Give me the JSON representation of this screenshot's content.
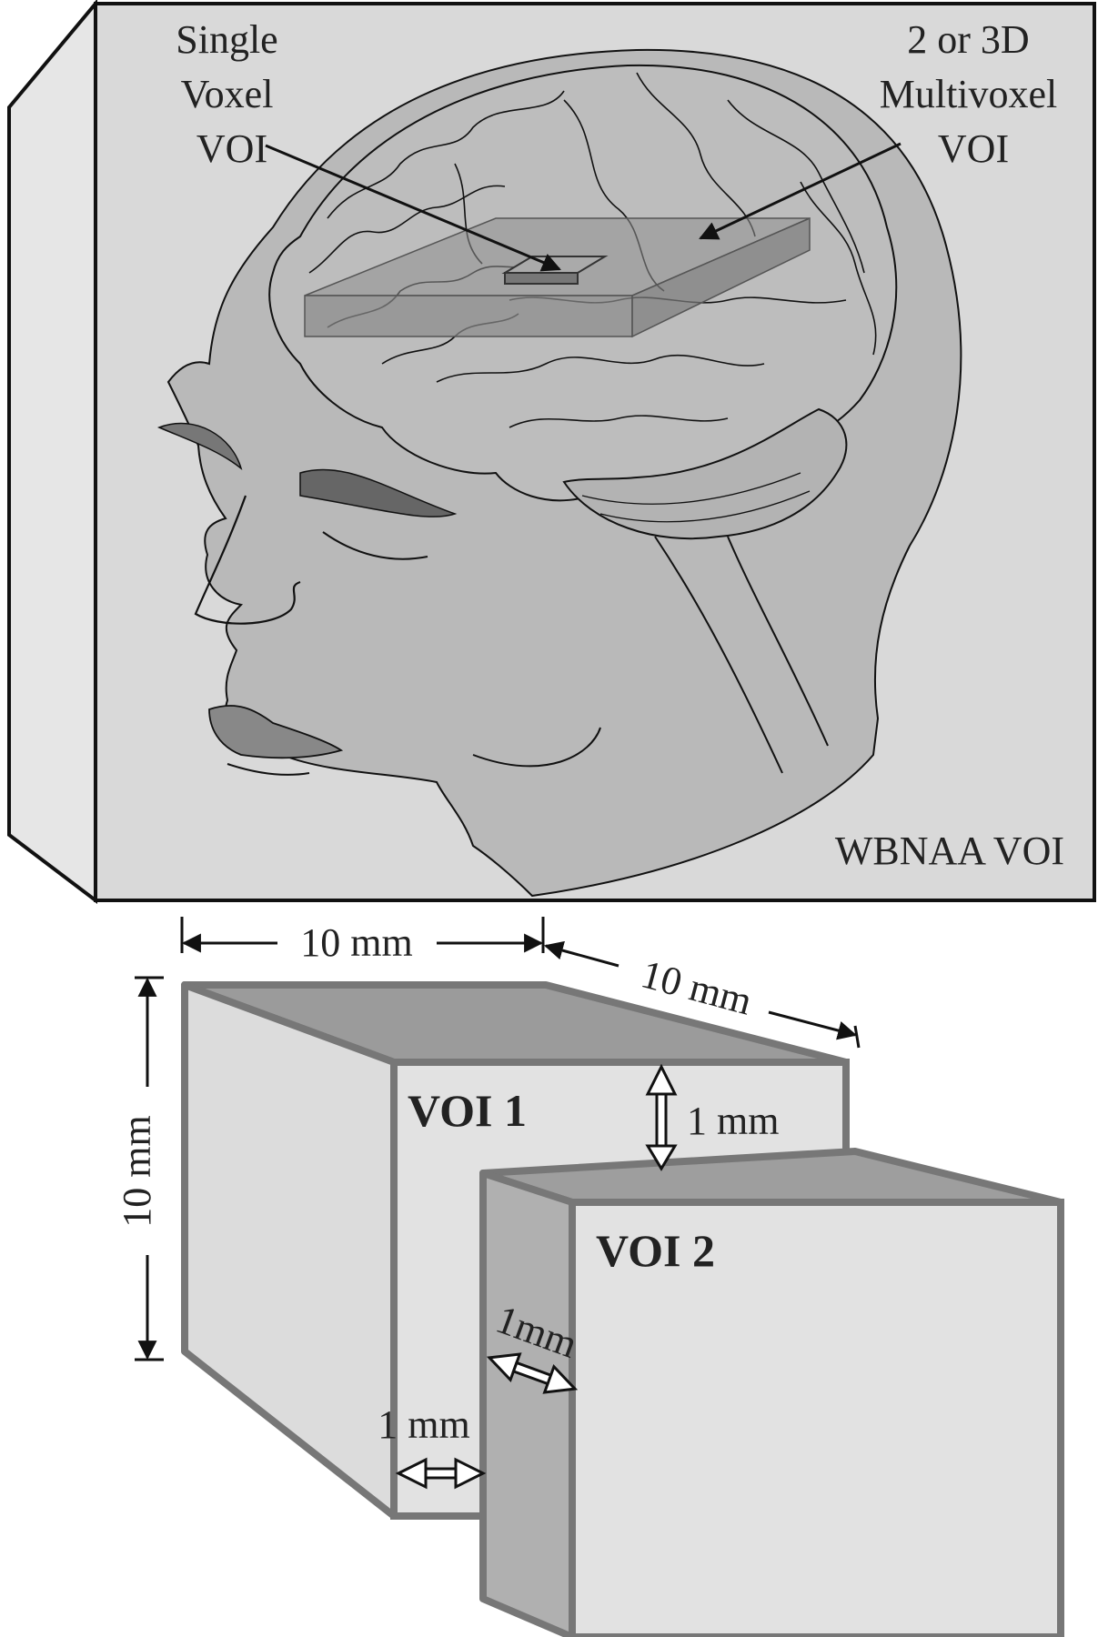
{
  "top_panel": {
    "single_voxel_label": [
      "Single",
      "Voxel",
      "VOI"
    ],
    "multivoxel_label": [
      "2 or 3D",
      "Multivoxel",
      "VOI"
    ],
    "wbnaa_label": "WBNAA VOI"
  },
  "bottom_panel": {
    "width_label": "10 mm",
    "depth_label": "10 mm",
    "height_label": "10 mm",
    "voi1_label": "VOI 1",
    "voi2_label": "VOI 2",
    "gap_vertical_label": "1 mm",
    "gap_diagonal_label": "1mm",
    "gap_horizontal_label": "1 mm"
  }
}
